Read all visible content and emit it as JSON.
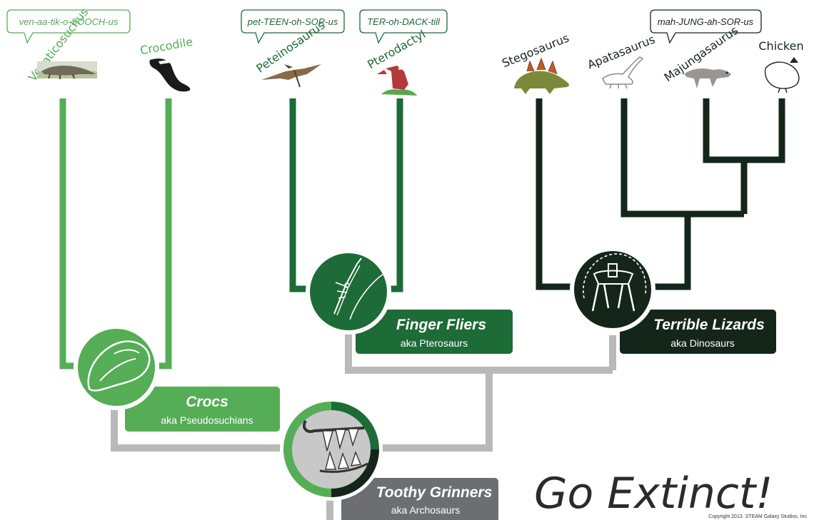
{
  "colors": {
    "croc_green": "#55ad55",
    "flier_green": "#1d6b37",
    "lizard_dark": "#14261a",
    "trunk_gray": "#b9b9ba",
    "archosaur_gray": "#6d6e71"
  },
  "pronunciations": {
    "venaticosuchus": "ven-aa-tik-o-SOOCH-us",
    "peteinosaurus": "pet-TEEN-oh-SOR-us",
    "pterodactyl": "TER-oh-DACK-till",
    "majungasaurus": "mah-JUNG-ah-SOR-us"
  },
  "taxa": {
    "venaticosuchus": "Venaticosuchus",
    "crocodile": "Crocodile",
    "peteinosaurus": "Peteinosaurus",
    "pterodactyl": "Pterodactyl",
    "stegosaurus": "Stegosaurus",
    "apatasaurus": "Apatasaurus",
    "majungasaurus": "Majungasaurus",
    "chicken": "Chicken"
  },
  "clades": {
    "crocs": {
      "title": "Crocs",
      "aka": "aka Pseudosuchians"
    },
    "fingerfliers": {
      "title": "Finger Fliers",
      "aka": "aka Pterosaurs"
    },
    "lizards": {
      "title": "Terrible Lizards",
      "aka": "aka Dinosaurs"
    },
    "archosaurs": {
      "title": "Toothy Grinners",
      "aka": "aka Archosaurs"
    }
  },
  "brand": {
    "title": "Go Extinct!",
    "copyright": "Copyright 2013. STEAM Galaxy Studios, Inc"
  },
  "icons": {
    "croc_clade": "croc-scale-icon",
    "flier_clade": "wing-bones-icon",
    "dino_clade": "hip-bones-icon",
    "archosaur_clade": "jaw-teeth-icon"
  }
}
